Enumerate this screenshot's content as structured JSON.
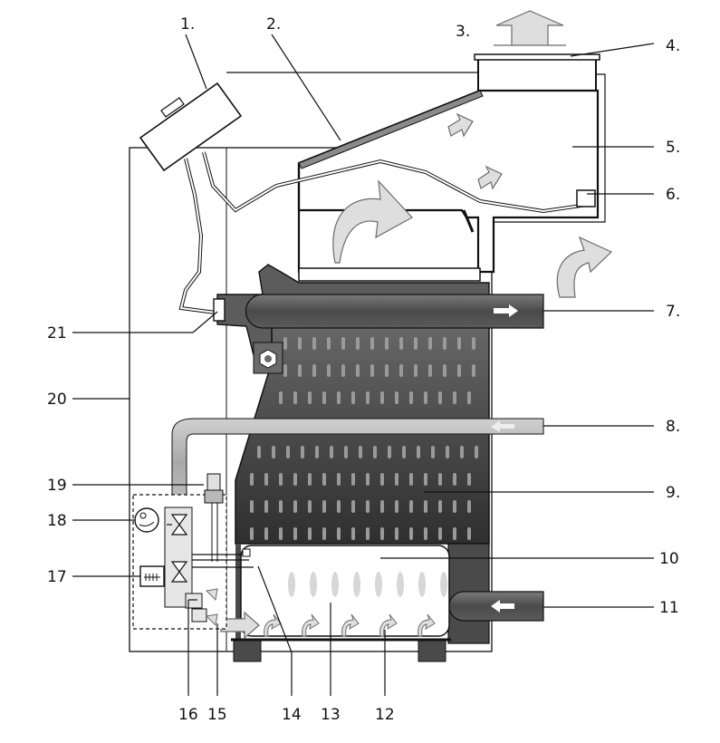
{
  "colors": {
    "background": "#ffffff",
    "line": "#111111",
    "arrow_fill": "#dedede",
    "arrow_stroke": "#6b6b6b",
    "exchanger_dark": "#3c3c3c",
    "exchanger_light": "#8c8c8c",
    "pipe_dark": "#4a4a4a",
    "pipe_light": "#b8b8b8",
    "flame": "#d7d7d7"
  },
  "labels": {
    "l1": "1.",
    "l2": "2.",
    "l3": "3.",
    "l4": "4.",
    "l5": "5.",
    "l6": "6.",
    "l7": "7.",
    "l8": "8.",
    "l9": "9.",
    "l10": "10",
    "l11": "11",
    "l12": "12",
    "l13": "13",
    "l14": "14",
    "l15": "15",
    "l16": "16",
    "l17": "17",
    "l18": "18",
    "l19": "19",
    "l20": "20",
    "l21": "21"
  }
}
